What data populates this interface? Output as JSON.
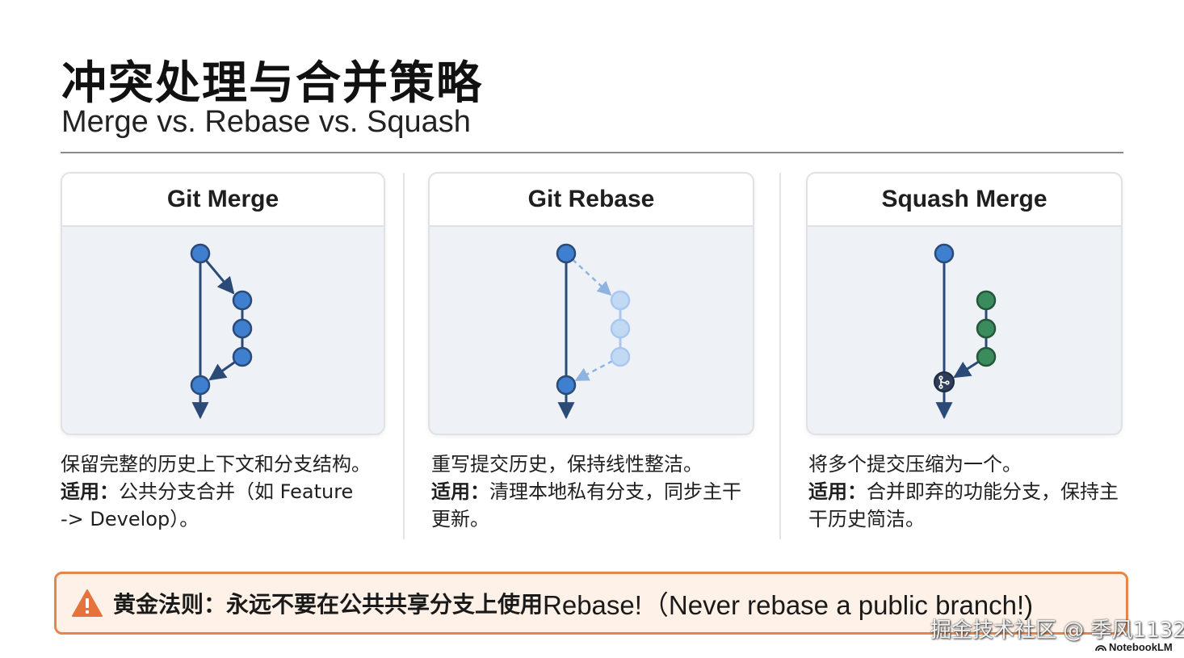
{
  "header": {
    "title": "冲突处理与合并策略",
    "subtitle": "Merge vs. Rebase vs. Squash"
  },
  "cards": [
    {
      "title": "Git Merge",
      "desc_line1": "保留完整的历史上下文和分支结构。",
      "usage_label": "适用：",
      "usage_text_1": "公共分支合并（如 Feature",
      "usage_text_2": "-> Develop）。"
    },
    {
      "title": "Git Rebase",
      "desc_line1": "重写提交历史，保持线性整洁。",
      "usage_label": "适用：",
      "usage_text_1": "清理本地私有分支，同步主干",
      "usage_text_2": "更新。"
    },
    {
      "title": "Squash Merge",
      "desc_line1": "将多个提交压缩为一个。",
      "usage_label": "适用：",
      "usage_text_1": "合并即弃的功能分支，保持主",
      "usage_text_2": "干历史简洁。"
    }
  ],
  "warning": {
    "icon": "warning-triangle-icon",
    "strong": "黄金法则：永远不要在公共共享分支上使用",
    "rest": " Rebase!（Never rebase a public branch!)"
  },
  "watermark": "掘金技术社区 @ 季风1132",
  "branding": {
    "icon": "notebooklm-icon",
    "label": "NotebookLM"
  },
  "colors": {
    "commit_blue": "#3f7fcf",
    "commit_blue_faded": "#a9c8ef",
    "commit_green": "#3a8c5c",
    "line_navy": "#2b4a78",
    "warning_orange": "#e5854b"
  }
}
